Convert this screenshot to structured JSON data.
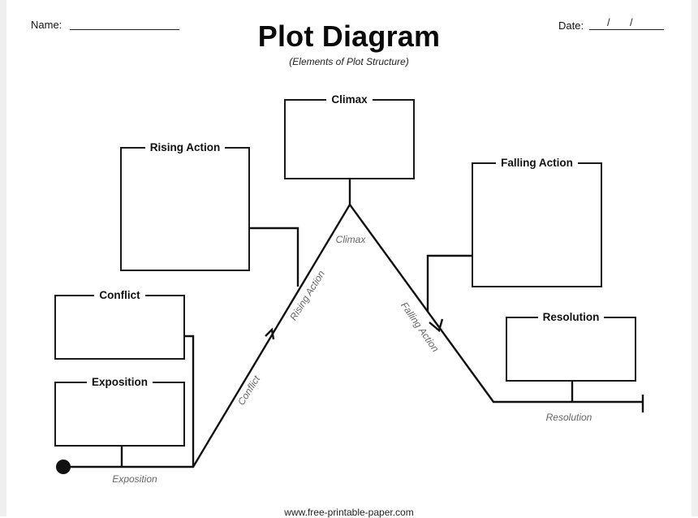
{
  "header": {
    "name_label": "Name:",
    "date_label": "Date:",
    "date_separators": [
      "/",
      "/"
    ]
  },
  "title": "Plot Diagram",
  "subtitle": "(Elements of Plot Structure)",
  "boxes": {
    "climax": "Climax",
    "rising_action": "Rising Action",
    "falling_action": "Falling Action",
    "conflict": "Conflict",
    "exposition": "Exposition",
    "resolution": "Resolution"
  },
  "curve_labels": {
    "exposition": "Exposition",
    "conflict": "Conflict",
    "rising_action": "Rising Action",
    "climax": "Climax",
    "falling_action": "Falling Action",
    "resolution": "Resolution"
  },
  "footer": "www.free-printable-paper.com"
}
